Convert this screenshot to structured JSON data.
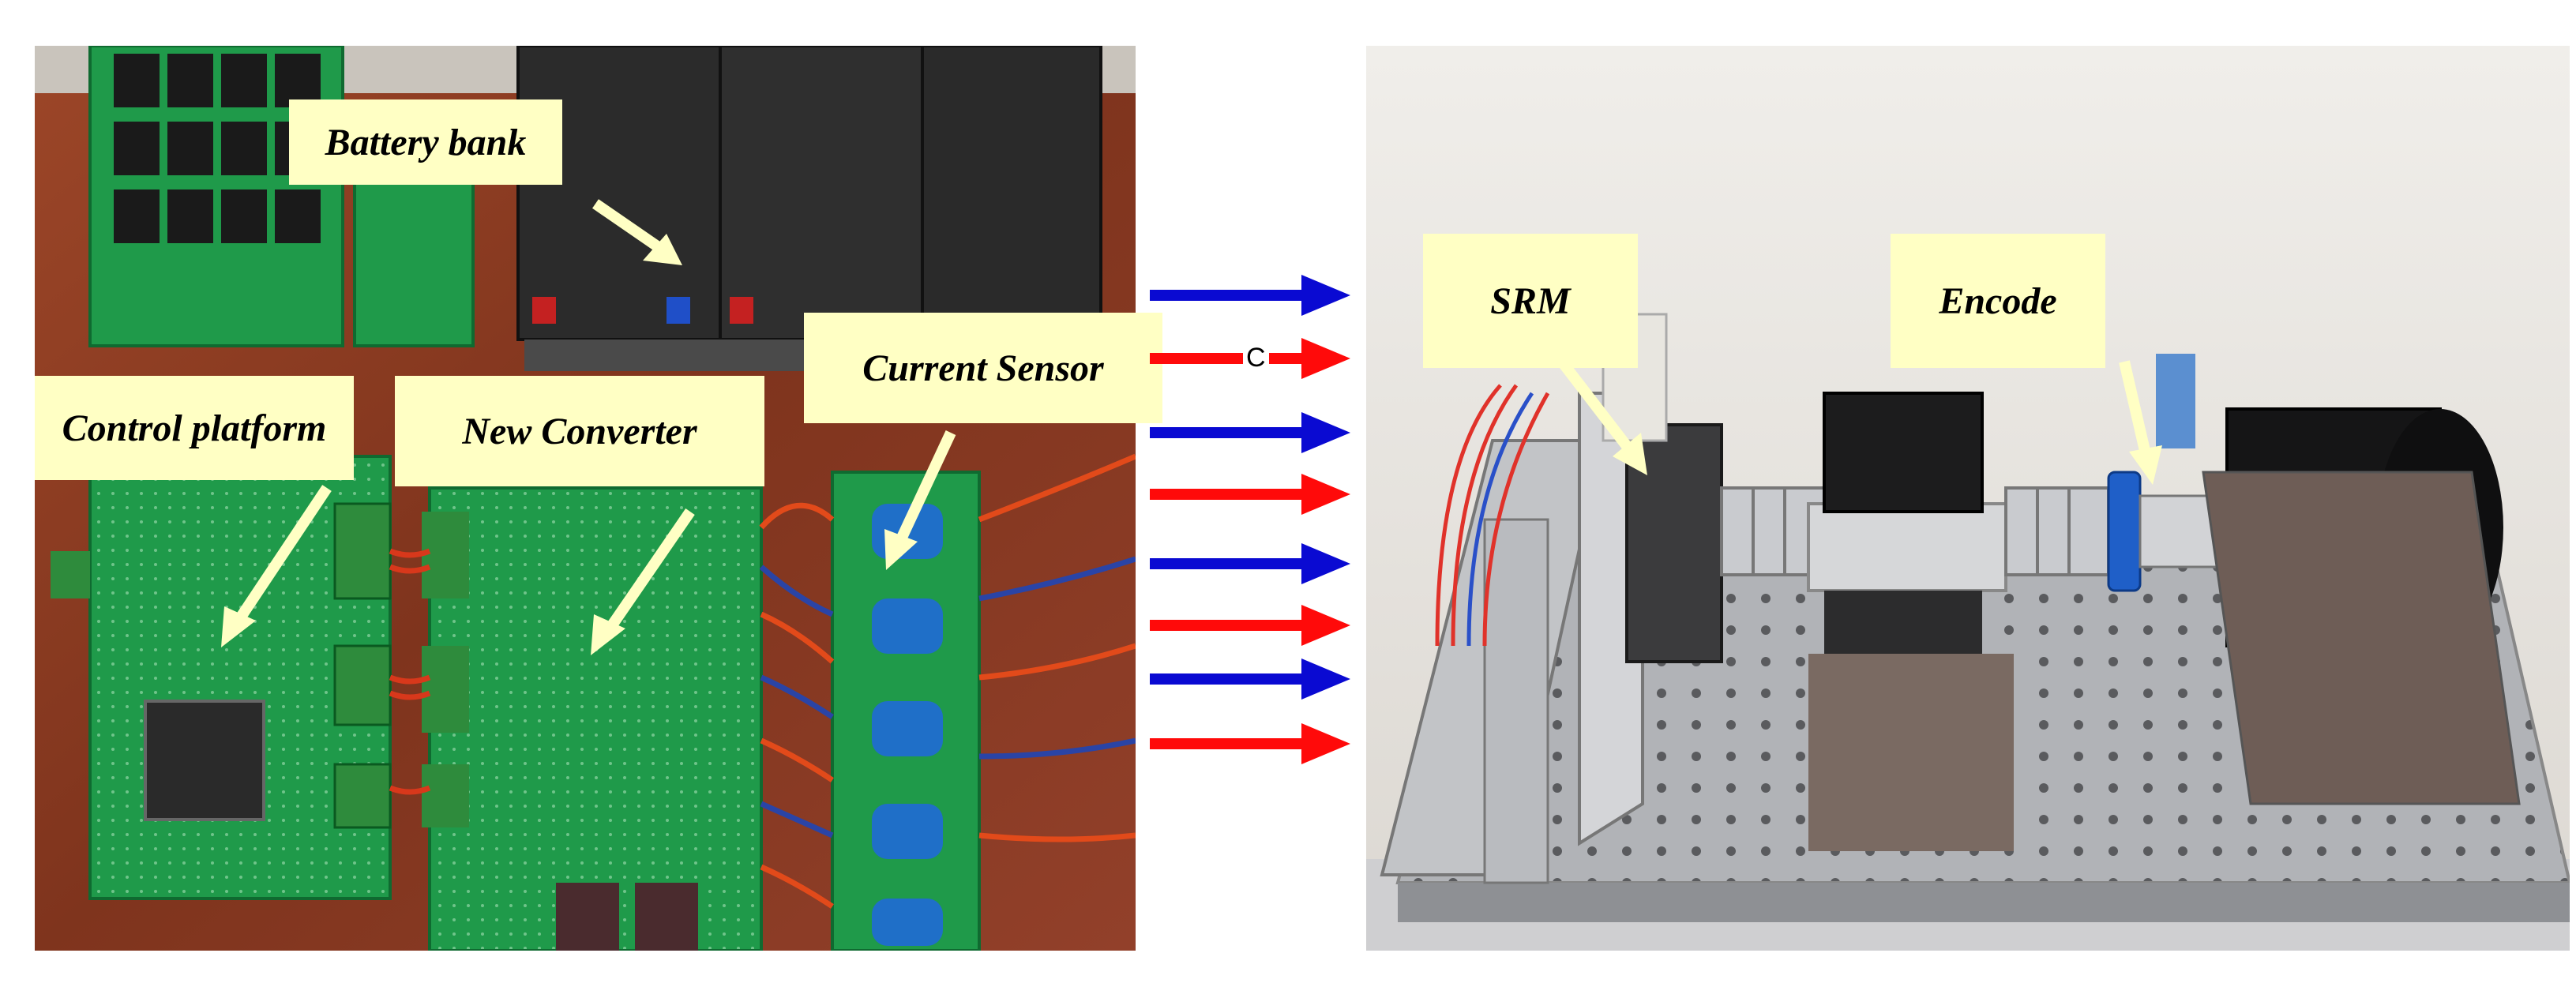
{
  "labels": {
    "battery_bank": "Battery bank",
    "control_platform": "Control platform",
    "new_converter": "New Converter",
    "current_sensor": "Current Sensor",
    "srm": "SRM",
    "encode": "Encode",
    "arrow_mark": "C"
  },
  "colors": {
    "callout_bg": "#ffffc4",
    "arrow_blue": "#0a0ad2",
    "arrow_red": "#ff0a0a",
    "pcb_green": "#1f9a4a",
    "wood": "#8a3a22",
    "lab_wall": "#e9e6e1",
    "steel_plate": "#a9aaae"
  },
  "arrows": [
    "blue",
    "red",
    "blue",
    "red",
    "blue",
    "red",
    "blue",
    "red"
  ]
}
